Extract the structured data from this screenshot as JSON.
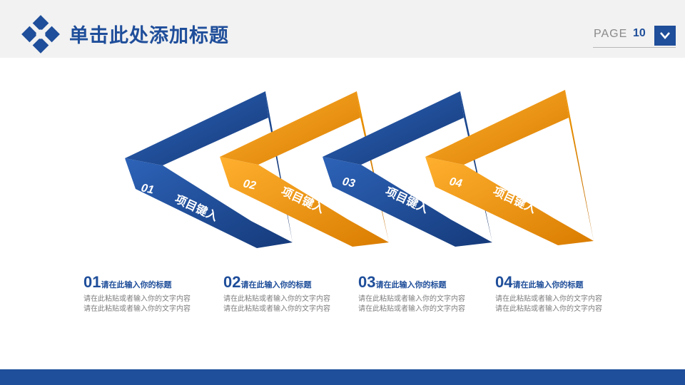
{
  "header": {
    "title": "单击此处添加标题",
    "page_label": "PAGE",
    "page_number": "10"
  },
  "colors": {
    "brand_blue": "#1f4e9a",
    "orange": "#f39800",
    "header_bg": "#f2f2f2",
    "text_gray": "#7f7f7f"
  },
  "icons": {
    "logo": "diamond-logo-icon",
    "page_button": "chevron-down-icon"
  },
  "diagram": {
    "segments": [
      {
        "number": "01",
        "label": "项目键入",
        "color": "blue"
      },
      {
        "number": "02",
        "label": "项目键入",
        "color": "orange"
      },
      {
        "number": "03",
        "label": "项目键入",
        "color": "blue"
      },
      {
        "number": "04",
        "label": "项目键入",
        "color": "orange"
      }
    ]
  },
  "items": [
    {
      "number": "01",
      "title": "请在此输入你的标题",
      "lines": [
        "请在此粘贴或者输入你的文字内容",
        "请在此粘贴或者输入你的文字内容"
      ]
    },
    {
      "number": "02",
      "title": "请在此输入你的标题",
      "lines": [
        "请在此粘贴或者输入你的文字内容",
        "请在此粘贴或者输入你的文字内容"
      ]
    },
    {
      "number": "03",
      "title": "请在此输入你的标题",
      "lines": [
        "请在此粘贴或者输入你的文字内容",
        "请在此粘贴或者输入你的文字内容"
      ]
    },
    {
      "number": "04",
      "title": "请在此输入你的标题",
      "lines": [
        "请在此粘贴或者输入你的文字内容",
        "请在此粘贴或者输入你的文字内容"
      ]
    }
  ]
}
